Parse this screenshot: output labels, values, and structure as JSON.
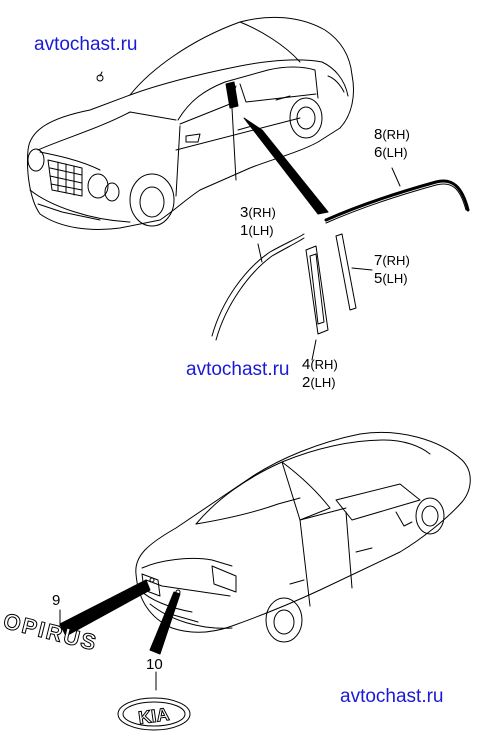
{
  "watermarks": {
    "top": "avtochast.ru",
    "middle": "avtochast.ru",
    "bottom": "avtochast.ru"
  },
  "callouts": {
    "c8": {
      "num": "8",
      "side": "(RH)"
    },
    "c6": {
      "num": "6",
      "side": "(LH)"
    },
    "c3": {
      "num": "3",
      "side": "(RH)"
    },
    "c1": {
      "num": "1",
      "side": "(LH)"
    },
    "c7": {
      "num": "7",
      "side": "(RH)"
    },
    "c5": {
      "num": "5",
      "side": "(LH)"
    },
    "c4": {
      "num": "4",
      "side": "(RH)"
    },
    "c2": {
      "num": "2",
      "side": "(LH)"
    },
    "c9": {
      "num": "9"
    },
    "c10": {
      "num": "10"
    }
  },
  "emblems": {
    "model_badge": "OPIRUS",
    "brand_badge": "KIA"
  },
  "colors": {
    "watermark": "#1a1ad6",
    "line": "#000000"
  }
}
